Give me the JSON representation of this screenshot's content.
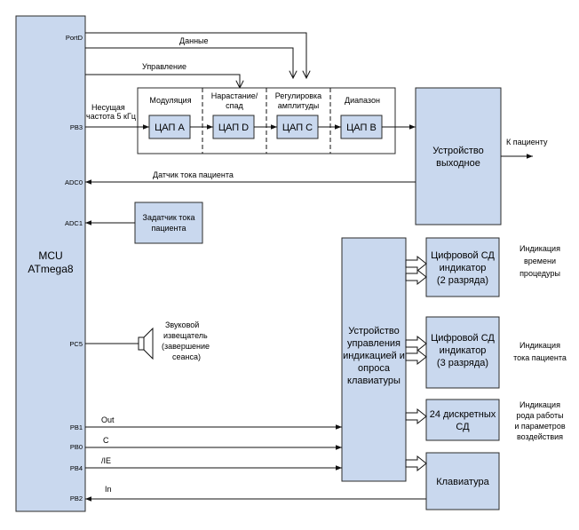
{
  "mcu": {
    "line1": "MCU",
    "line2": "ATmega8"
  },
  "pins": {
    "portd": "PortD",
    "pb3": "PB3",
    "adc0": "ADC0",
    "adc1": "ADC1",
    "pc5": "PC5",
    "pb1": "PB1",
    "pb0": "PB0",
    "pb4": "PB4",
    "pb2": "PB2"
  },
  "buses": {
    "data": "Данные",
    "control": "Управление",
    "carrier_line1": "Несущая",
    "carrier_line2": "частота 5 кГц",
    "current_sensor": "Датчик тока пациента"
  },
  "chain": {
    "stage1": {
      "title": "Модуляция",
      "dac": "ЦАП А"
    },
    "stage2": {
      "title1": "Нарастание/",
      "title2": "спад",
      "dac": "ЦАП D"
    },
    "stage3": {
      "title1": "Регулировка",
      "title2": "амплитуды",
      "dac": "ЦАП C"
    },
    "stage4": {
      "title": "Диапазон",
      "dac": "ЦАП В"
    }
  },
  "output": {
    "line1": "Устройство",
    "line2": "выходное",
    "to_patient": "К пациенту"
  },
  "setpoint": {
    "line1": "Задатчик тока",
    "line2": "пациента"
  },
  "buzzer": {
    "line1": "Звуковой",
    "line2": "извещатель",
    "line3": "(завершение",
    "line4": "сеанса)"
  },
  "controller": {
    "line1": "Устройство",
    "line2": "управления",
    "line3": "индикацией и",
    "line4": "опроса",
    "line5": "клавиатуры"
  },
  "displays": {
    "time": {
      "line1": "Цифровой СД",
      "line2": "индикатор",
      "line3": "(2 разряда)"
    },
    "current": {
      "line1": "Цифровой СД",
      "line2": "индикатор",
      "line3": "(3 разряда)"
    },
    "leds": {
      "line1": "24 дискретных",
      "line2": "СД"
    },
    "keyboard": {
      "label": "Клавиатура"
    }
  },
  "notes": {
    "time": {
      "line1": "Индикация",
      "line2": "времени",
      "line3": "процедуры"
    },
    "current": {
      "line1": "Индикация",
      "line2": "тока пациента"
    },
    "mode": {
      "line1": "Индикация",
      "line2": "рода работы",
      "line3": "и параметров",
      "line4": "воздействия"
    }
  },
  "signals": {
    "out": "Out",
    "c": "C",
    "ie": "/IE",
    "in": "In"
  }
}
